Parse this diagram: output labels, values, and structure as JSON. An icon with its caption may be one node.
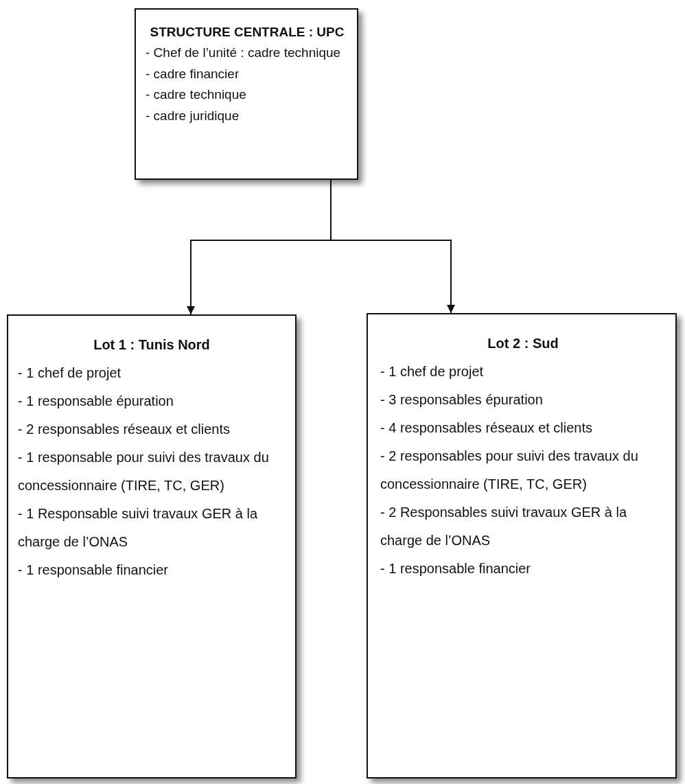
{
  "diagram": {
    "nodes": [
      {
        "text": [
          "STRUCTURE CENTRALE : UPC",
          "- Chef de l’unité : cadre technique",
          "- cadre financier",
          "- cadre technique",
          "- cadre juridique"
        ]
      },
      {
        "text": [
          "Lot 1 : Tunis Nord",
          "- 1 chef de projet",
          "- 1 responsable épuration",
          "- 2 responsables réseaux et clients",
          "- 1 responsable pour suivi des travaux du concessionnaire (TIRE, TC, GER)",
          "- 1 Responsable suivi travaux GER à la charge de l’ONAS",
          "- 1 responsable financier"
        ]
      },
      {
        "text": [
          "Lot 2 : Sud",
          "- 1 chef de projet",
          "- 3 responsables épuration",
          "- 4 responsables réseaux et clients",
          "- 2 responsables pour suivi des travaux du concessionnaire (TIRE, TC, GER)",
          "- 2 Responsables suivi travaux GER à la charge de l’ONAS",
          "- 1 responsable financier"
        ]
      }
    ],
    "edges": [
      {
        "from": 0,
        "to": 1,
        "arrow": "to"
      },
      {
        "from": 0,
        "to": 2,
        "arrow": "to"
      }
    ]
  }
}
